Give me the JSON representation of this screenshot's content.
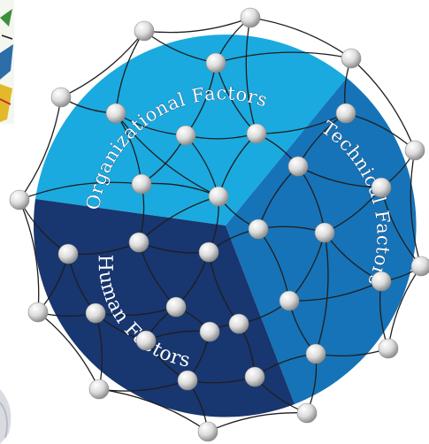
{
  "segments": [
    {
      "name": "organizational",
      "label": "Organizational Factors",
      "color": "#1aaadf"
    },
    {
      "name": "technical",
      "label": "Technical Factors",
      "color": "#1673b7"
    },
    {
      "name": "human",
      "label": "Human Factors",
      "color": "#18366f"
    }
  ],
  "decorations": {
    "corner_top_left": "logo-fragment-icon",
    "corner_bottom_left": "swirl-fragment-icon"
  }
}
